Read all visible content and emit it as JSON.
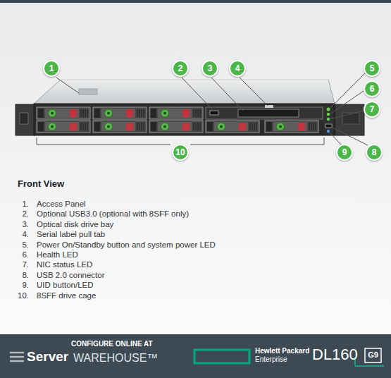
{
  "diagram": {
    "title": "Front View",
    "nodes": [
      {
        "text": [
          "1"
        ]
      },
      {
        "text": [
          "2"
        ]
      },
      {
        "text": [
          "3"
        ]
      },
      {
        "text": [
          "4"
        ]
      },
      {
        "text": [
          "5"
        ]
      },
      {
        "text": [
          "6"
        ]
      },
      {
        "text": [
          "7"
        ]
      },
      {
        "text": [
          "8"
        ]
      },
      {
        "text": [
          "9"
        ]
      },
      {
        "text": [
          "10"
        ]
      }
    ],
    "labels": [
      "1.",
      "Access Panel",
      "2.",
      "Optional USB3.0 (optional with 8SFF only)",
      "3.",
      "Optical disk drive bay",
      "4.",
      "Serial label pull tab",
      "5.",
      "Power On/Standby button and system power LED",
      "6.",
      "Health LED",
      "7.",
      "NIC status LED",
      "8.",
      "USB 2.0 connector",
      "9.",
      "UID button/LED",
      "10.",
      "8SFF drive cage",
      "CONFIGURE ONLINE AT",
      "Server",
      "WAREHOUSE™",
      "Hewlett Packard",
      "Enterprise",
      "DL160",
      "G9"
    ]
  }
}
